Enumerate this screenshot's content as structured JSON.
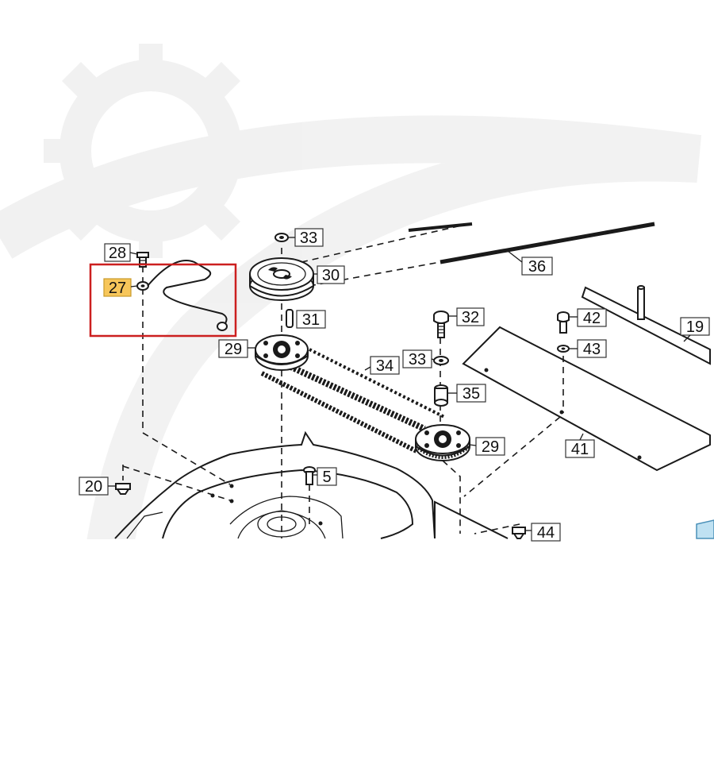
{
  "highlight_color": "#f7c65a",
  "callout_color": "#cc1f1f",
  "parts": {
    "p28": "28",
    "p27": "27",
    "p33a": "33",
    "p30": "30",
    "p36": "36",
    "p31": "31",
    "p32": "32",
    "p42": "42",
    "p19": "19",
    "p29a": "29",
    "p33b": "33",
    "p34": "34",
    "p43": "43",
    "p35": "35",
    "p29b": "29",
    "p41": "41",
    "p20": "20",
    "p5": "5",
    "p44": "44"
  },
  "highlighted_part": "27",
  "watermark_icon": "gear-icon"
}
